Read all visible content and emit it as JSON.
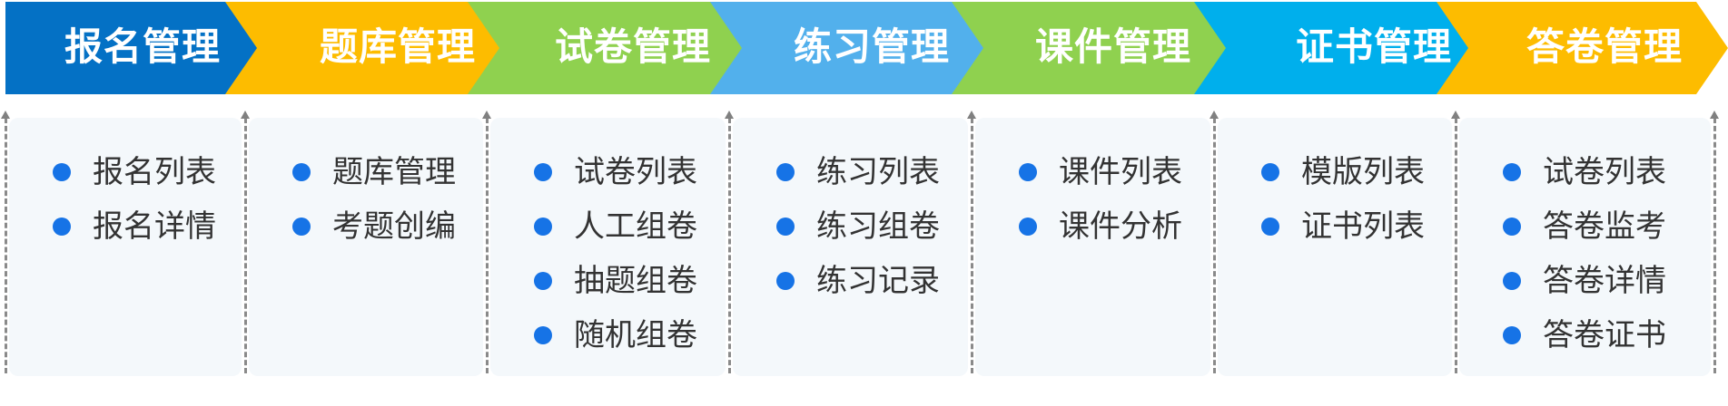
{
  "colors": {
    "deep_blue": "#0471c5",
    "amber": "#fdbc00",
    "green": "#8fd14f",
    "sky_blue": "#52b0ec",
    "azure": "#00afec",
    "bullet": "#1673e6",
    "panel_bg": "#f4f8fb",
    "divider": "#8a8a8a"
  },
  "stages": [
    {
      "title": "报名管理",
      "color": "#0471c5",
      "items": [
        "报名列表",
        "报名详情"
      ]
    },
    {
      "title": "题库管理",
      "color": "#fdbc00",
      "items": [
        "题库管理",
        "考题创编"
      ]
    },
    {
      "title": "试卷管理",
      "color": "#8fd14f",
      "items": [
        "试卷列表",
        "人工组卷",
        "抽题组卷",
        "随机组卷"
      ]
    },
    {
      "title": "练习管理",
      "color": "#52b0ec",
      "items": [
        "练习列表",
        "练习组卷",
        "练习记录"
      ]
    },
    {
      "title": "课件管理",
      "color": "#8fd14f",
      "items": [
        "课件列表",
        "课件分析"
      ]
    },
    {
      "title": "证书管理",
      "color": "#00afec",
      "items": [
        "模版列表",
        "证书列表"
      ]
    },
    {
      "title": "答卷管理",
      "color": "#fdbc00",
      "items": [
        "试卷列表",
        "答卷监考",
        "答卷详情",
        "答卷证书"
      ]
    }
  ]
}
